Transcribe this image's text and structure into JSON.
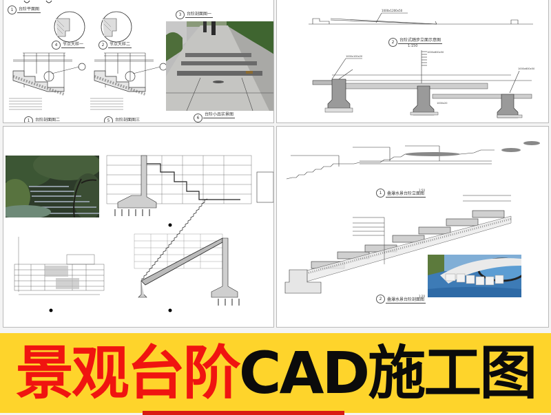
{
  "banner": {
    "title_red": "景观台阶",
    "title_black": "CAD施工图",
    "background_color": "#fed42b",
    "red_color": "#f01410",
    "black_color": "#0b0b0b",
    "underline_color": "#d91b12"
  },
  "panels": [
    {
      "id": "stair-plans-and-sections",
      "captions": [
        {
          "num": "1",
          "text": "台阶平面图"
        },
        {
          "num": "4",
          "text": "节点大样一"
        },
        {
          "num": "2",
          "text": "节点大样二"
        },
        {
          "num": "3",
          "text": "台阶剖面图一"
        },
        {
          "num": "1",
          "text": "台阶剖面图二"
        },
        {
          "num": "5",
          "text": "台阶剖面图三"
        },
        {
          "num": "6",
          "text": "台阶小品实景图"
        }
      ],
      "photo": "granite-outdoor-steps-photo"
    },
    {
      "id": "stepping-stone-section",
      "captions": [
        {
          "num": "2",
          "text": "台阶式踏步立面示意图",
          "scale": "1:150"
        }
      ],
      "annotations": [
        "1000x1200x50",
        "1000x600x50",
        "1000x600x50",
        "1000x20"
      ]
    },
    {
      "id": "garden-stair-details",
      "photo": "garden-steps-with-trees-photo",
      "drawings": [
        "stair-section-with-retaining-wall",
        "stair-elevation",
        "long-stair-section"
      ]
    },
    {
      "id": "water-feature-stair",
      "captions": [
        {
          "num": "1",
          "text": "叠瀑水景台阶立面图",
          "scale": "1:50"
        },
        {
          "num": "2",
          "text": "叠瀑水景台阶剖面图",
          "scale": "1:20"
        }
      ],
      "photo": "water-pool-steps-photo"
    }
  ]
}
